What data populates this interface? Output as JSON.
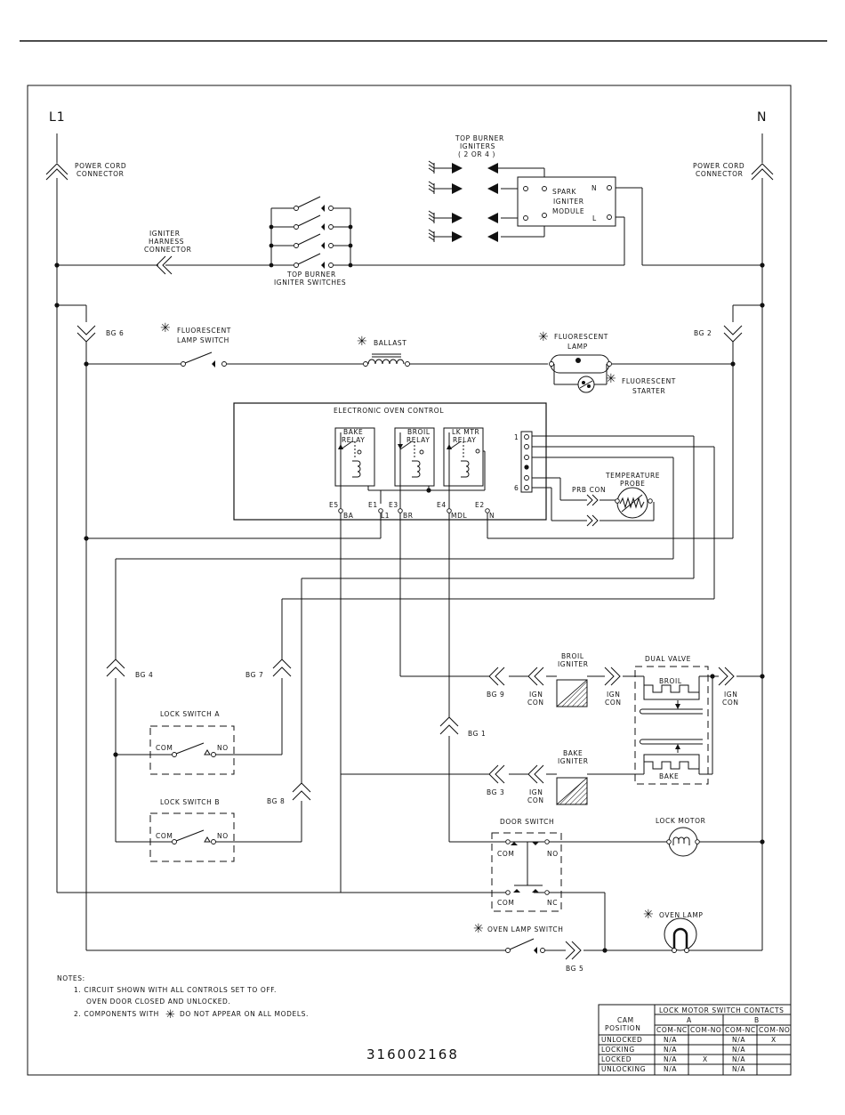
{
  "labels": {
    "l1": "L1",
    "n": "N",
    "power_cord_left": [
      "POWER CORD",
      "CONNECTOR"
    ],
    "power_cord_right": [
      "POWER CORD",
      "CONNECTOR"
    ],
    "top_burner_igniters": [
      "TOP BURNER",
      "IGNITERS",
      "( 2 OR 4 )"
    ],
    "spark_module": [
      "SPARK",
      "IGNITER",
      "MODULE"
    ],
    "module_n": "N",
    "module_l": "L",
    "igniter_harness": [
      "IGNITER",
      "HARNESS",
      "CONNECTOR"
    ],
    "top_burner_switches": [
      "TOP BURNER",
      "IGNITER SWITCHES"
    ],
    "bg6": "BG 6",
    "bg2": "BG 2",
    "fluor_lamp_switch": [
      "FLUORESCENT",
      "LAMP SWITCH"
    ],
    "ballast": "BALLAST",
    "fluor_lamp": [
      "FLUORESCENT",
      "LAMP"
    ],
    "fluor_starter": [
      "FLUORESCENT",
      "STARTER"
    ],
    "oven_control": "ELECTRONIC OVEN CONTROL",
    "bake_relay": [
      "BAKE",
      "RELAY"
    ],
    "broil_relay": [
      "BROIL",
      "RELAY"
    ],
    "lk_mtr_relay": [
      "LK MTR",
      "RELAY"
    ],
    "pin_1": "1",
    "pin_6": "6",
    "prb_con": "PRB CON",
    "temp_probe": [
      "TEMPERATURE",
      "PROBE"
    ],
    "terminals": [
      "E5",
      "E1",
      "E3",
      "E4",
      "E2"
    ],
    "terminal_signals": [
      "BA",
      "L1",
      "BR",
      "MDL",
      "N"
    ],
    "bg4": "BG 4",
    "bg7": "BG 7",
    "bg1": "BG 1",
    "bg8": "BG 8",
    "bg9": "BG 9",
    "bg3": "BG 3",
    "bg5": "BG 5",
    "ign_con": [
      "IGN",
      "CON"
    ],
    "broil_igniter": [
      "BROIL",
      "IGNITER"
    ],
    "bake_igniter": [
      "BAKE",
      "IGNITER"
    ],
    "dual_valve": "DUAL VALVE",
    "broil": "BROIL",
    "bake": "BAKE",
    "lock_switch_a": "LOCK SWITCH A",
    "lock_switch_b": "LOCK SWITCH B",
    "com": "COM",
    "no": "NO",
    "nc": "NC",
    "door_switch": "DOOR SWITCH",
    "lock_motor": "LOCK MOTOR",
    "oven_lamp": "OVEN LAMP",
    "oven_lamp_switch": "OVEN LAMP SWITCH",
    "asterisk": "✳"
  },
  "notes": {
    "title": "NOTES:",
    "line1": "1.  CIRCUIT SHOWN WITH ALL CONTROLS SET TO OFF.",
    "line2": "OVEN DOOR CLOSED AND UNLOCKED.",
    "line3a": "2.  COMPONENTS WITH",
    "line3b": "DO NOT APPEAR ON ALL MODELS."
  },
  "part_number": "316002168",
  "table": {
    "title": "LOCK MOTOR SWITCH CONTACTS",
    "cam_header": [
      "CAM",
      "POSITION"
    ],
    "group_a": "A",
    "group_b": "B",
    "subheaders": [
      "COM-NC",
      "COM-NO",
      "COM-NC",
      "COM-NO"
    ],
    "rows": [
      {
        "position": "UNLOCKED",
        "cells": [
          "N/A",
          "",
          "N/A",
          "X"
        ]
      },
      {
        "position": "LOCKING",
        "cells": [
          "N/A",
          "",
          "N/A",
          ""
        ]
      },
      {
        "position": "LOCKED",
        "cells": [
          "N/A",
          "X",
          "N/A",
          ""
        ]
      },
      {
        "position": "UNLOCKING",
        "cells": [
          "N/A",
          "",
          "N/A",
          ""
        ]
      }
    ]
  }
}
